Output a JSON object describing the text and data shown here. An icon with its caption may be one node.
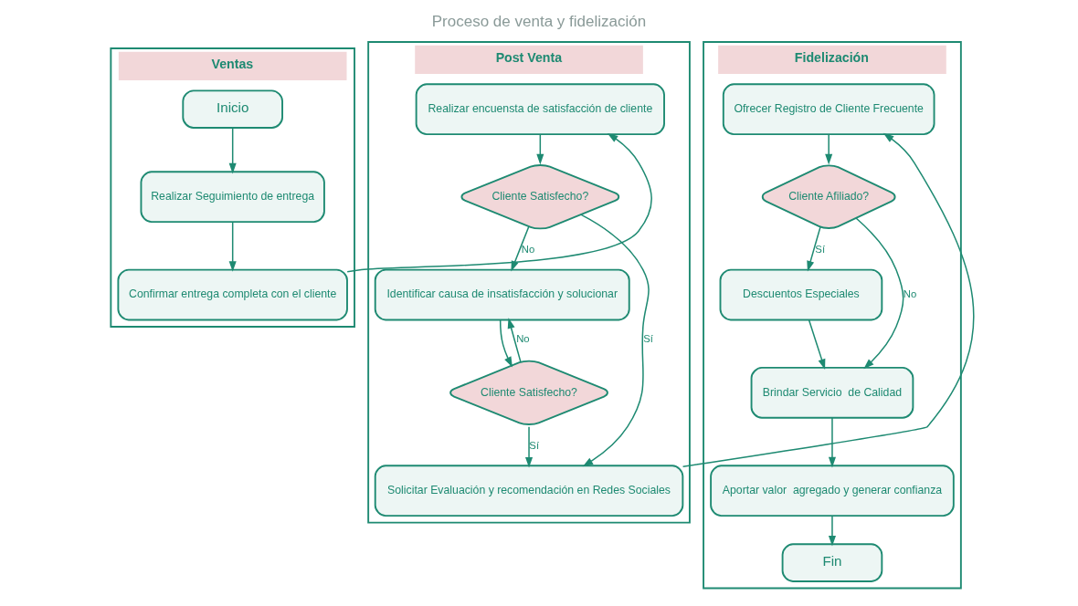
{
  "diagram": {
    "title": "Proceso de venta y fidelización",
    "nodes": [
      {
        "text": [
          "Ventas"
        ]
      },
      {
        "text": [
          "Inicio"
        ],
        "in": 0
      },
      {
        "text": [
          "Realizar Seguimiento de entrega"
        ],
        "in": 0
      },
      {
        "text": [
          "Confirmar entrega completa con el cliente"
        ],
        "in": 0
      },
      {
        "text": [
          "Post Venta"
        ]
      },
      {
        "text": [
          "Realizar encuensta de satisfacción de cliente"
        ],
        "in": 4
      },
      {
        "text": [
          "Cliente Satisfecho?"
        ],
        "in": 4
      },
      {
        "text": [
          "Identificar causa de insatisfacción y solucionar"
        ],
        "in": 4
      },
      {
        "text": [
          "Cliente Satisfecho?"
        ],
        "in": 4
      },
      {
        "text": [
          "Solicitar Evaluación y recomendación en Redes Sociales"
        ],
        "in": 4
      },
      {
        "text": [
          "Fidelización"
        ]
      },
      {
        "text": [
          "Ofrecer Registro de Cliente Frecuente"
        ],
        "in": 10
      },
      {
        "text": [
          "Cliente Afiliado?"
        ],
        "in": 10
      },
      {
        "text": [
          "Descuentos Especiales"
        ],
        "in": 10
      },
      {
        "text": [
          "Brindar Servicio  de Calidad"
        ],
        "in": 10
      },
      {
        "text": [
          "Aportar valor  agregado y generar confianza"
        ],
        "in": 10
      },
      {
        "text": [
          "Fin"
        ],
        "in": 10
      }
    ],
    "edges": [
      {
        "from": 1,
        "to": 2,
        "arrow": "to"
      },
      {
        "from": 2,
        "to": 3,
        "arrow": "to"
      },
      {
        "from": 3,
        "to": 5,
        "arrow": "to"
      },
      {
        "from": 5,
        "to": 6,
        "arrow": "to"
      },
      {
        "from": 6,
        "to": 7,
        "arrow": "to",
        "label": "No"
      },
      {
        "from": 6,
        "to": 9,
        "arrow": "to",
        "label": "Sí"
      },
      {
        "from": 7,
        "to": 8,
        "arrow": "to"
      },
      {
        "from": 8,
        "to": 7,
        "arrow": "to",
        "label": "No"
      },
      {
        "from": 8,
        "to": 9,
        "arrow": "to",
        "label": "Sí"
      },
      {
        "from": 9,
        "to": 11,
        "arrow": "to"
      },
      {
        "from": 11,
        "to": 12,
        "arrow": "to"
      },
      {
        "from": 12,
        "to": 13,
        "arrow": "to",
        "label": "Sí"
      },
      {
        "from": 12,
        "to": 14,
        "arrow": "to",
        "label": "No"
      },
      {
        "from": 13,
        "to": 14,
        "arrow": "to"
      },
      {
        "from": 14,
        "to": 15,
        "arrow": "to"
      },
      {
        "from": 15,
        "to": 16,
        "arrow": "to"
      }
    ]
  }
}
